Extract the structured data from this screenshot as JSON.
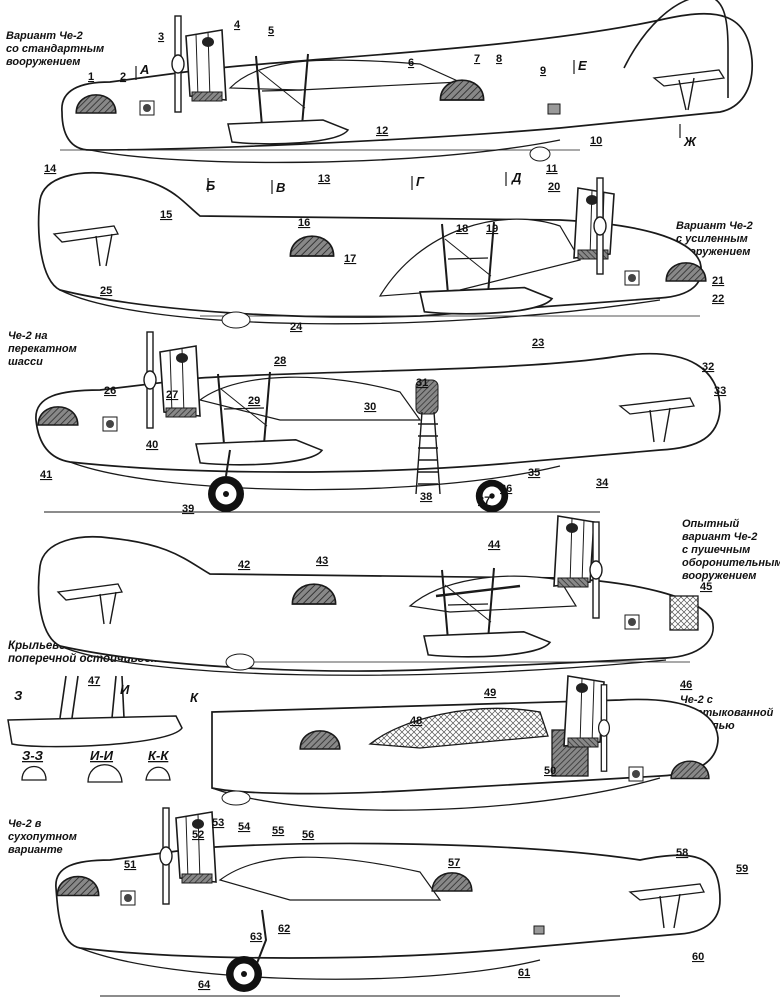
{
  "captions": [
    "Вариант Че-2\nсо стандартным\nвооружением",
    "Вариант Че-2\nс усиленным\nвооружением",
    "Че-2 на\nперекатном\nшасси",
    "Опытный\nвариант Че-2\nс пушечным\nоборонительным\nвооружением",
    "Крыльевой поплавок\nпоперечной остойчивости",
    "Че-2 с\nотстыкованной\nконсолью\nкрыла",
    "Че-2 в\nсухопутном\nварианте"
  ],
  "section_marks": [
    "А",
    "Б",
    "В",
    "Г",
    "Д",
    "Е",
    "Ж",
    "З",
    "И",
    "К"
  ],
  "section_labels": [
    "З-З",
    "И-И",
    "К-К"
  ],
  "callouts": [
    "1",
    "2",
    "3",
    "4",
    "5",
    "6",
    "7",
    "8",
    "9",
    "10",
    "11",
    "12",
    "13",
    "14",
    "15",
    "16",
    "17",
    "18",
    "19",
    "20",
    "21",
    "22",
    "23",
    "24",
    "25",
    "26",
    "27",
    "28",
    "29",
    "30",
    "31",
    "32",
    "33",
    "34",
    "35",
    "36",
    "37",
    "38",
    "39",
    "40",
    "41",
    "42",
    "43",
    "44",
    "45",
    "46",
    "47",
    "48",
    "49",
    "50",
    "51",
    "52",
    "53",
    "54",
    "55",
    "56",
    "57",
    "58",
    "59",
    "60",
    "61",
    "62",
    "63",
    "64"
  ],
  "colors": {
    "ink": "#1a1a1a",
    "hatch": "#555555",
    "paper": "#ffffff",
    "shade": "#9a9a9a"
  }
}
